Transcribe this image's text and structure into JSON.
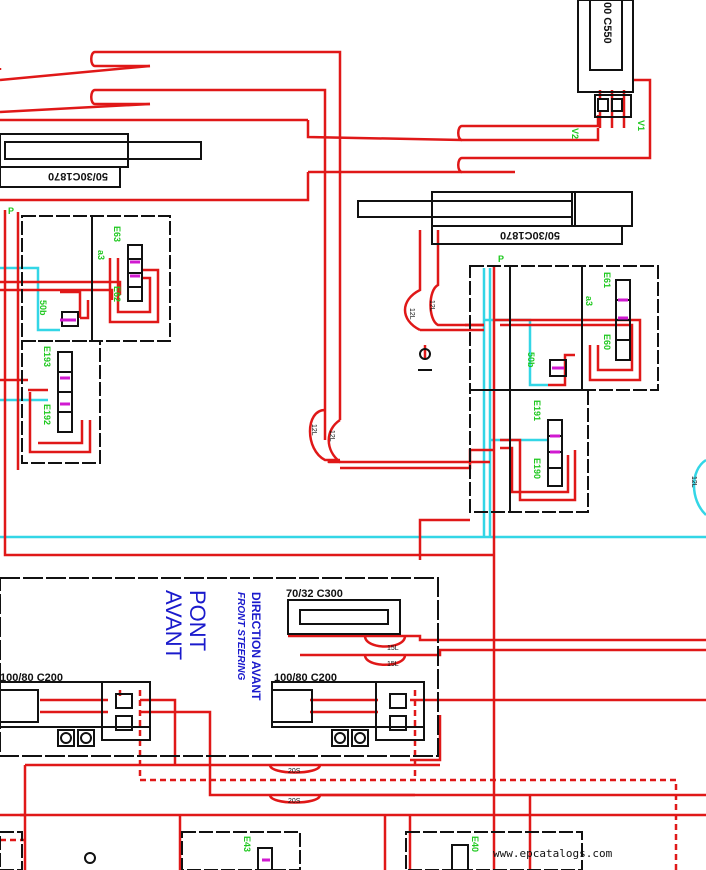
{
  "labels": {
    "c550": "00 C550",
    "cyl_50_30_c1870_a": "50/30C1870",
    "cyl_50_30_c1870_b": "50/30C1870",
    "v1": "V1",
    "v2": "V2",
    "e63": "E63",
    "e62": "E62",
    "e61": "E61",
    "e60": "E60",
    "e193": "E193",
    "e192": "E192",
    "e191": "E191",
    "e190": "E190",
    "a3_left": "a3",
    "a3_right": "a3",
    "p50b_left": "50b",
    "p50b_right": "50b",
    "hose_12l": "12L",
    "hose_15l": "15L",
    "hose_20s": "20S",
    "pont": "PONT",
    "avant": "AVANT",
    "direction_avant": "DIRECTION AVANT",
    "front_steering": "FRONT STEERING",
    "c300": "70/32 C300",
    "c200_left": "100/80 C200",
    "c200_right": "100/80 C200",
    "e40": "E40",
    "e43": "E43",
    "p": "P",
    "watermark": "www.epcatalogs.com"
  },
  "colors": {
    "pressure_line": "#e01818",
    "return_line": "#33d6e6",
    "component": "#111111",
    "port_label": "#1ec81e",
    "solenoid": "#d01ad0",
    "title_text": "#1a1acc"
  }
}
